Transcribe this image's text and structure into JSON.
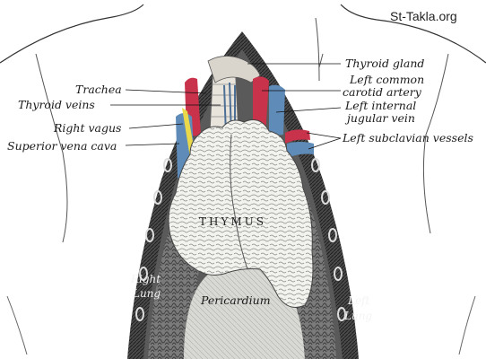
{
  "watermark": "St-Takla.org",
  "labels_left": {
    "trachea": "Trachea",
    "thyroid_veins": "Thyroid veins",
    "right_vagus": "Right vagus",
    "superior_vena_cava": "Superior vena cava"
  },
  "labels_right": {
    "thyroid_gland": "Thyroid gland",
    "left_common_1": "Left common",
    "left_common_2": "carotid artery",
    "left_internal_1": "Left internal",
    "left_internal_2": "jugular vein",
    "left_subclavian": "Left subclavian vessels"
  },
  "labels_center": {
    "thymus": "THYMUS",
    "pericardium": "Pericardium"
  },
  "labels_lungs": {
    "right_1": "Right",
    "right_2": "Lung",
    "left_1": "Left",
    "left_2": "Lung"
  },
  "colors": {
    "artery": "#c8324a",
    "vein": "#5f8bb8",
    "nerve": "#e8d84a",
    "background": "#ffffff"
  }
}
